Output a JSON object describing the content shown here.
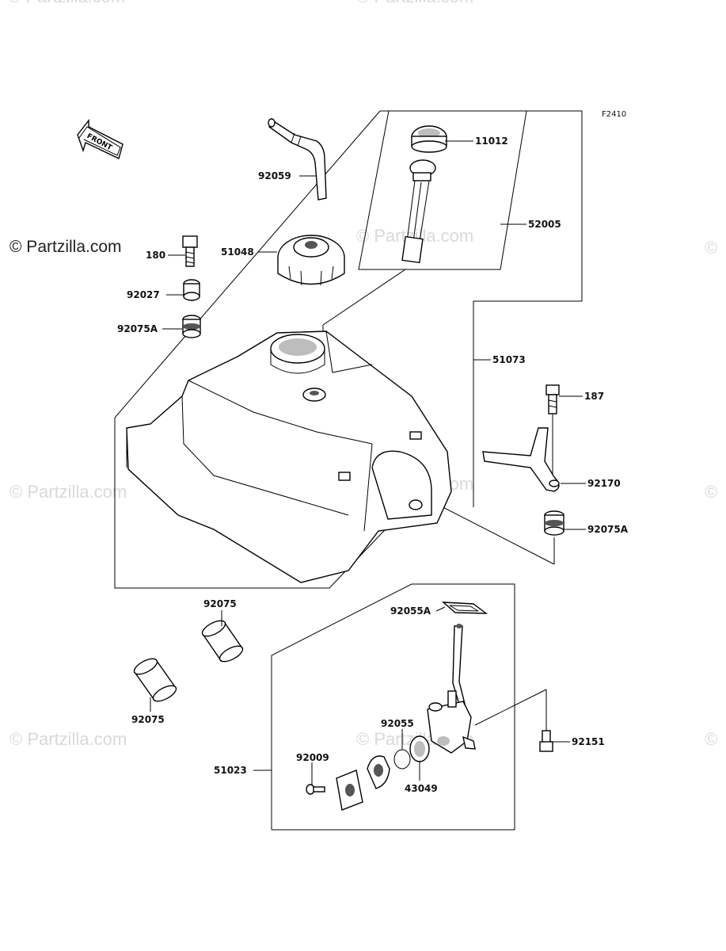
{
  "diagram": {
    "figure_code": "F2410",
    "front_label": "FRONT",
    "watermark_main": "© Partzilla.com",
    "watermark_faint": "© Partzilla.com",
    "watermark_edge_left": "©",
    "watermark_edge_right": "©"
  },
  "parts": {
    "p11012": "11012",
    "p52005": "52005",
    "p92059": "92059",
    "p51048": "51048",
    "p180": "180",
    "p92027": "92027",
    "p92075A_left": "92075A",
    "p51073": "51073",
    "p187": "187",
    "p92170": "92170",
    "p92075A_right": "92075A",
    "p92075_top": "92075",
    "p92075_bottom": "92075",
    "p92055A": "92055A",
    "p92055": "92055",
    "p92151": "92151",
    "p92009": "92009",
    "p51023": "51023",
    "p43049": "43049"
  }
}
